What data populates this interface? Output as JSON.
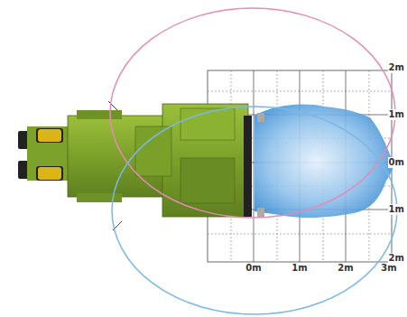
{
  "diagram": {
    "labels": [
      "0m",
      "1m",
      "2m",
      "3m",
      "2m",
      "1m",
      "0m",
      "1m",
      "2m"
    ]
  }
}
